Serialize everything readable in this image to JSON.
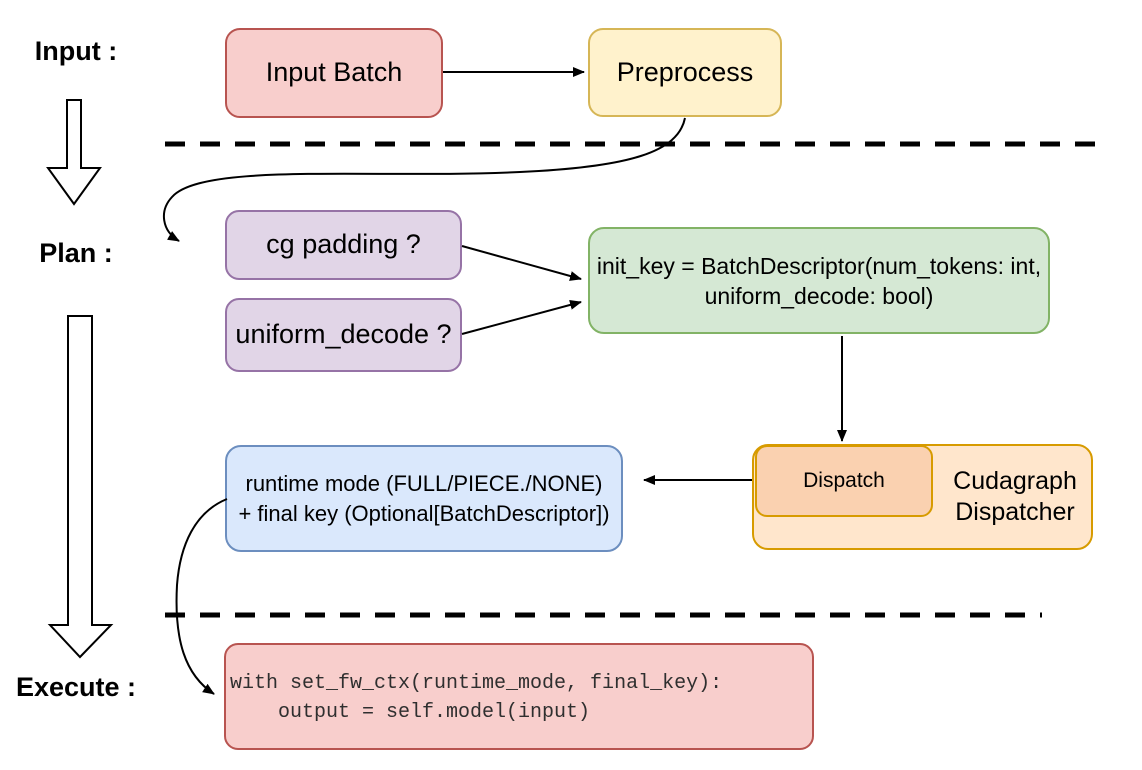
{
  "diagram": {
    "title_sections": [
      {
        "id": "input",
        "label": "Input :"
      },
      {
        "id": "plan",
        "label": "Plan :"
      },
      {
        "id": "execute",
        "label": "Execute :"
      }
    ],
    "nodes": {
      "input_batch": {
        "label": "Input Batch",
        "fill": "#F8CECC",
        "stroke": "#B85450"
      },
      "preprocess": {
        "label": "Preprocess",
        "fill": "#FFF2CC",
        "stroke": "#D6B656"
      },
      "cg_padding": {
        "label": "cg padding ?",
        "fill": "#E1D5E7",
        "stroke": "#9673A6"
      },
      "uniform_decode": {
        "label": "uniform_decode ?",
        "fill": "#E1D5E7",
        "stroke": "#9673A6"
      },
      "init_key": {
        "line1": "init_key = BatchDescriptor(num_tokens: int,",
        "line2": "uniform_decode: bool)",
        "fill": "#D5E8D4",
        "stroke": "#82B366"
      },
      "dispatch": {
        "label": "Dispatch",
        "fill": "#FAD1B0",
        "stroke": "#D79B00"
      },
      "cudagraph_dispatcher": {
        "line1": "Cudagraph",
        "line2": "Dispatcher",
        "fill": "#FFE6CC",
        "stroke": "#D79B00"
      },
      "runtime_result": {
        "line1": "runtime mode (FULL/PIECE./NONE)",
        "line2": "+ final key (Optional[BatchDescriptor])",
        "fill": "#DAE8FC",
        "stroke": "#6C8EBF"
      },
      "execute_code": {
        "line1": "with set_fw_ctx(runtime_mode, final_key):",
        "line2": "    output = self.model(input)",
        "fill": "#F8CECC",
        "stroke": "#B85450",
        "text_color": "#2F2F2F"
      }
    },
    "edge_color": "#000000",
    "background": "#FFFFFF"
  }
}
